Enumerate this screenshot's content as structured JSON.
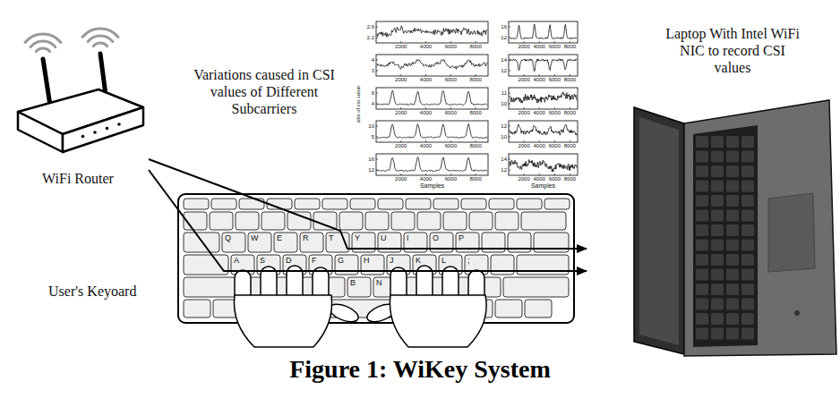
{
  "diagram": {
    "caption": "Figure 1: WiKey System",
    "nodes": [
      {
        "text": [
          "WiFi Router"
        ]
      },
      {
        "text": [
          "Variations caused in CSI values of Different Subcarriers"
        ]
      },
      {
        "text": [
          "Laptop With Intel WiFi NIC to record CSI values"
        ]
      },
      {
        "text": [
          "User's Keyoard"
        ]
      }
    ],
    "edges": [
      {
        "from": 0,
        "to": 2,
        "arrow": "to"
      },
      {
        "from": 0,
        "to": 2,
        "arrow": "to"
      }
    ],
    "labels": [
      "abs of csi value",
      "2.6",
      "2.2",
      "2000",
      "4000",
      "6000",
      "8000",
      "4",
      "3",
      "2000",
      "4000",
      "6000",
      "8000",
      "6",
      "4",
      "2000",
      "4000",
      "6000",
      "8000",
      "10",
      "5",
      "2000",
      "4000",
      "6000",
      "8000",
      "16",
      "12",
      "2000",
      "4000",
      "6000",
      "8000",
      "16",
      "12",
      "2000",
      "4000",
      "6000",
      "8000",
      "14",
      "12",
      "2000",
      "4000",
      "6000",
      "8000",
      "11",
      "10",
      "2000",
      "4000",
      "6000",
      "8000",
      "12",
      "10",
      "2000",
      "4000",
      "6000",
      "8000",
      "14",
      "12",
      "2000",
      "4000",
      "6000",
      "8000",
      "Samples",
      "Samples",
      "Q",
      "W",
      "E",
      "R",
      "T",
      "Y",
      "U",
      "I",
      "O",
      "P",
      "A",
      "S",
      "D",
      "F",
      "G",
      "H",
      "J",
      "K",
      "L",
      ";",
      "B",
      "N"
    ]
  }
}
